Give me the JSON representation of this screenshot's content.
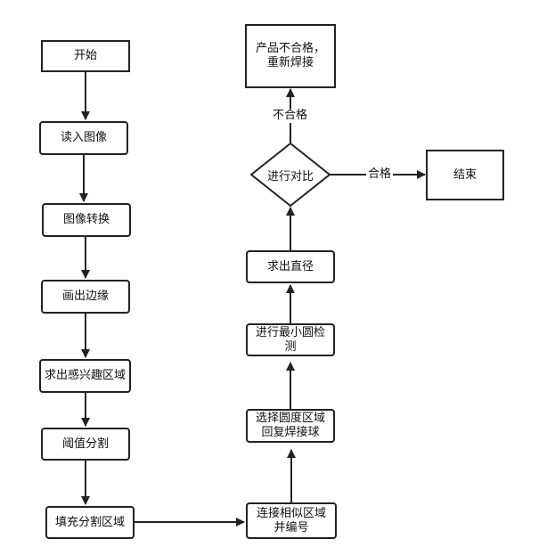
{
  "diagram": {
    "nodes": {
      "start": "开始",
      "read_image": "读入图像",
      "convert_image": "图像转换",
      "draw_edges": "画出边缘",
      "roi": "求出感兴趣区域",
      "threshold": "阈值分割",
      "fill_regions": "填充分割区域",
      "connect_regions": "连接相似区域并编号",
      "select_circularity": "选择圆度区域回复焊接球",
      "min_circle": "进行最小圆检测",
      "diameter": "求出直径",
      "compare": "进行对比",
      "fail_result": "产品不合格，重新焊接",
      "end": "结束"
    },
    "edge_labels": {
      "fail": "不合格",
      "pass": "合格"
    }
  }
}
